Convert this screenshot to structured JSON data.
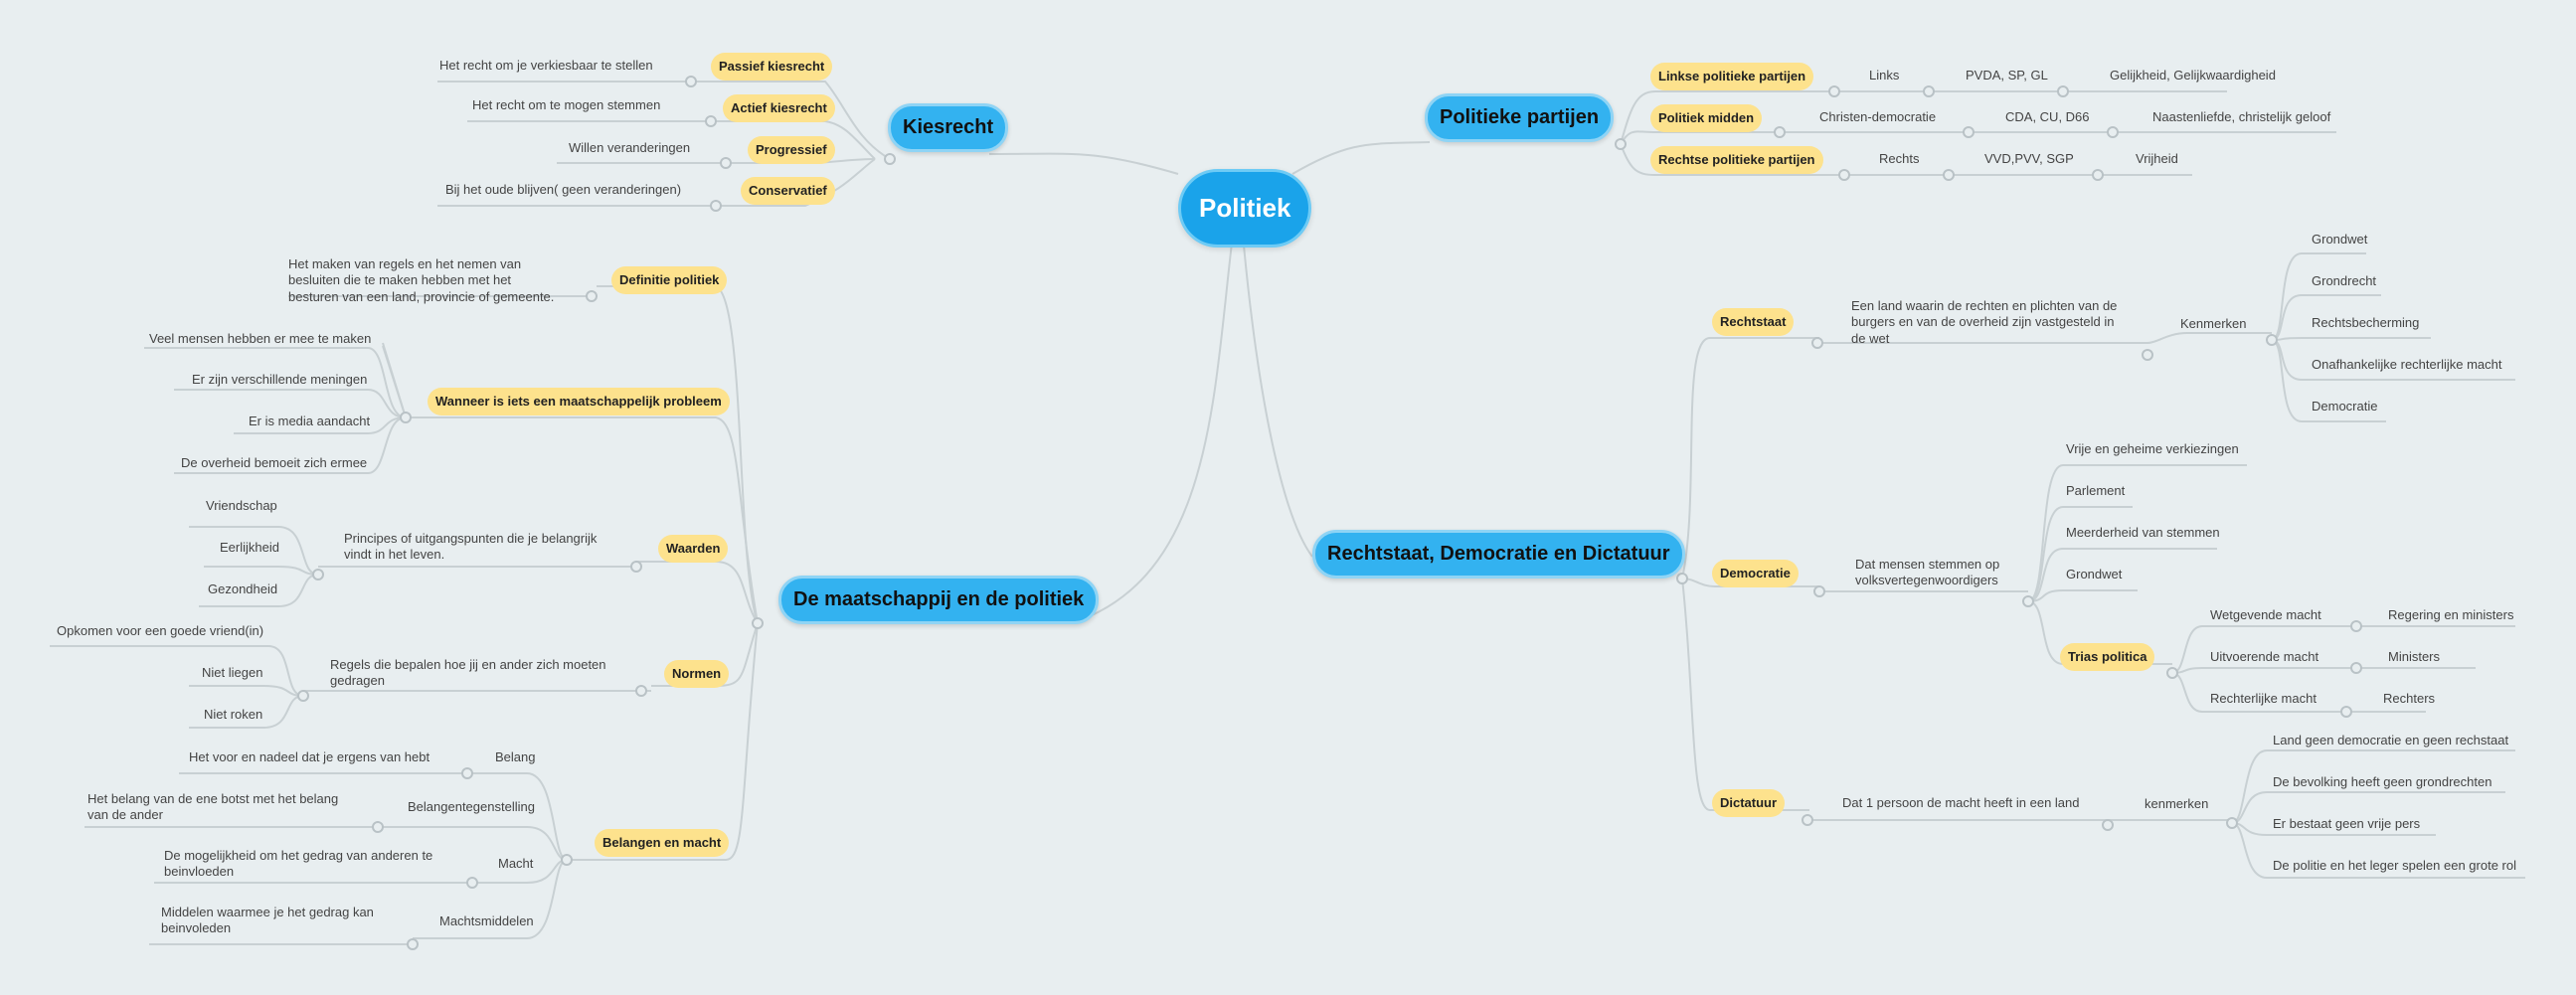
{
  "colors": {
    "background": "#e8eef0",
    "center": "#1aa3ea",
    "main_topic": "#33b2f0",
    "subtopic": "#fde28d",
    "link": "#c8d0d3"
  },
  "mindmap": {
    "center": "Politiek",
    "kiesrecht": {
      "label": "Kiesrecht",
      "passief": {
        "label": "Passief kiesrecht",
        "desc": "Het recht om je verkiesbaar te stellen"
      },
      "actief": {
        "label": "Actief kiesrecht",
        "desc": "Het recht om te mogen stemmen"
      },
      "progressief": {
        "label": "Progressief",
        "desc": "Willen veranderingen"
      },
      "conservatief": {
        "label": "Conservatief",
        "desc": "Bij het oude blijven( geen veranderingen)"
      }
    },
    "partijen": {
      "label": "Politieke partijen",
      "links": {
        "label": "Linkse politieke partijen",
        "a": "Links",
        "b": "PVDA, SP, GL",
        "c": "Gelijkheid, Gelijkwaardigheid"
      },
      "midden": {
        "label": "Politiek midden",
        "a": "Christen-democratie",
        "b": "CDA, CU, D66",
        "c": "Naastenliefde, christelijk geloof"
      },
      "rechts": {
        "label": "Rechtse politieke partijen",
        "a": "Rechts",
        "b": "VVD,PVV, SGP",
        "c": "Vrijheid"
      }
    },
    "maatschappij": {
      "label": "De maatschappij en de politiek",
      "definitie": {
        "label": "Definitie politiek",
        "desc": "Het maken van regels en het nemen van\nbesluiten die te maken hebben met het\nbesturen van een land, provincie of gemeente."
      },
      "probleem": {
        "label": "Wanneer is iets een maatschappelijk probleem",
        "items": [
          "Veel mensen hebben er mee te maken",
          "Er zijn verschillende meningen",
          "Er is media aandacht",
          "De overheid bemoeit zich ermee"
        ]
      },
      "waarden": {
        "label": "Waarden",
        "desc": "Principes of uitgangspunten die je belangrijk\nvindt in het leven.",
        "items": [
          "Vriendschap",
          "Eerlijkheid",
          "Gezondheid"
        ]
      },
      "normen": {
        "label": "Normen",
        "desc": "Regels die bepalen hoe jij en ander zich moeten\ngedragen",
        "items": [
          "Opkomen voor een goede vriend(in)",
          "Niet liegen",
          "Niet roken"
        ]
      },
      "belangen": {
        "label": "Belangen en macht",
        "belang": {
          "label": "Belang",
          "desc": "Het voor en nadeel dat je ergens van hebt"
        },
        "tegenstelling": {
          "label": "Belangentegenstelling",
          "desc": "Het belang van de ene botst met het belang\nvan de ander"
        },
        "macht": {
          "label": "Macht",
          "desc": "De mogelijkheid om het gedrag van anderen te\nbeinvloeden"
        },
        "middelen": {
          "label": "Machtsmiddelen",
          "desc": "Middelen waarmee je het gedrag kan\nbeinvoleden"
        }
      }
    },
    "rechtstaat": {
      "label": "Rechtstaat, Democratie en Dictatuur",
      "rechtstaat": {
        "label": "Rechtstaat",
        "desc": "Een land waarin de rechten en plichten van de\nburgers en van de overheid zijn vastgesteld in\nde wet",
        "kenmerken": "Kenmerken",
        "items": [
          "Grondwet",
          "Grondrecht",
          "Rechtsbecherming",
          "Onafhankelijke rechterlijke macht",
          "Democratie"
        ]
      },
      "democratie": {
        "label": "Democratie",
        "desc": "Dat mensen stemmen op\nvolksvertegenwoordigers",
        "items": [
          "Vrije en geheime verkiezingen",
          "Parlement",
          "Meerderheid van stemmen",
          "Grondwet"
        ],
        "trias": {
          "label": "Trias politica",
          "wetgevend": "Wetgevende macht",
          "regering": "Regering en ministers",
          "uitvoerend": "Uitvoerende macht",
          "ministers": "Ministers",
          "rechterlijk": "Rechterlijke macht",
          "rechters": "Rechters"
        }
      },
      "dictatuur": {
        "label": "Dictatuur",
        "desc": "Dat 1 persoon de macht heeft in een land",
        "kenmerken": "kenmerken",
        "items": [
          "Land geen democratie en geen rechstaat",
          "De bevolking heeft geen grondrechten",
          "Er bestaat geen vrije pers",
          "De politie en het leger spelen een grote rol"
        ]
      }
    }
  }
}
